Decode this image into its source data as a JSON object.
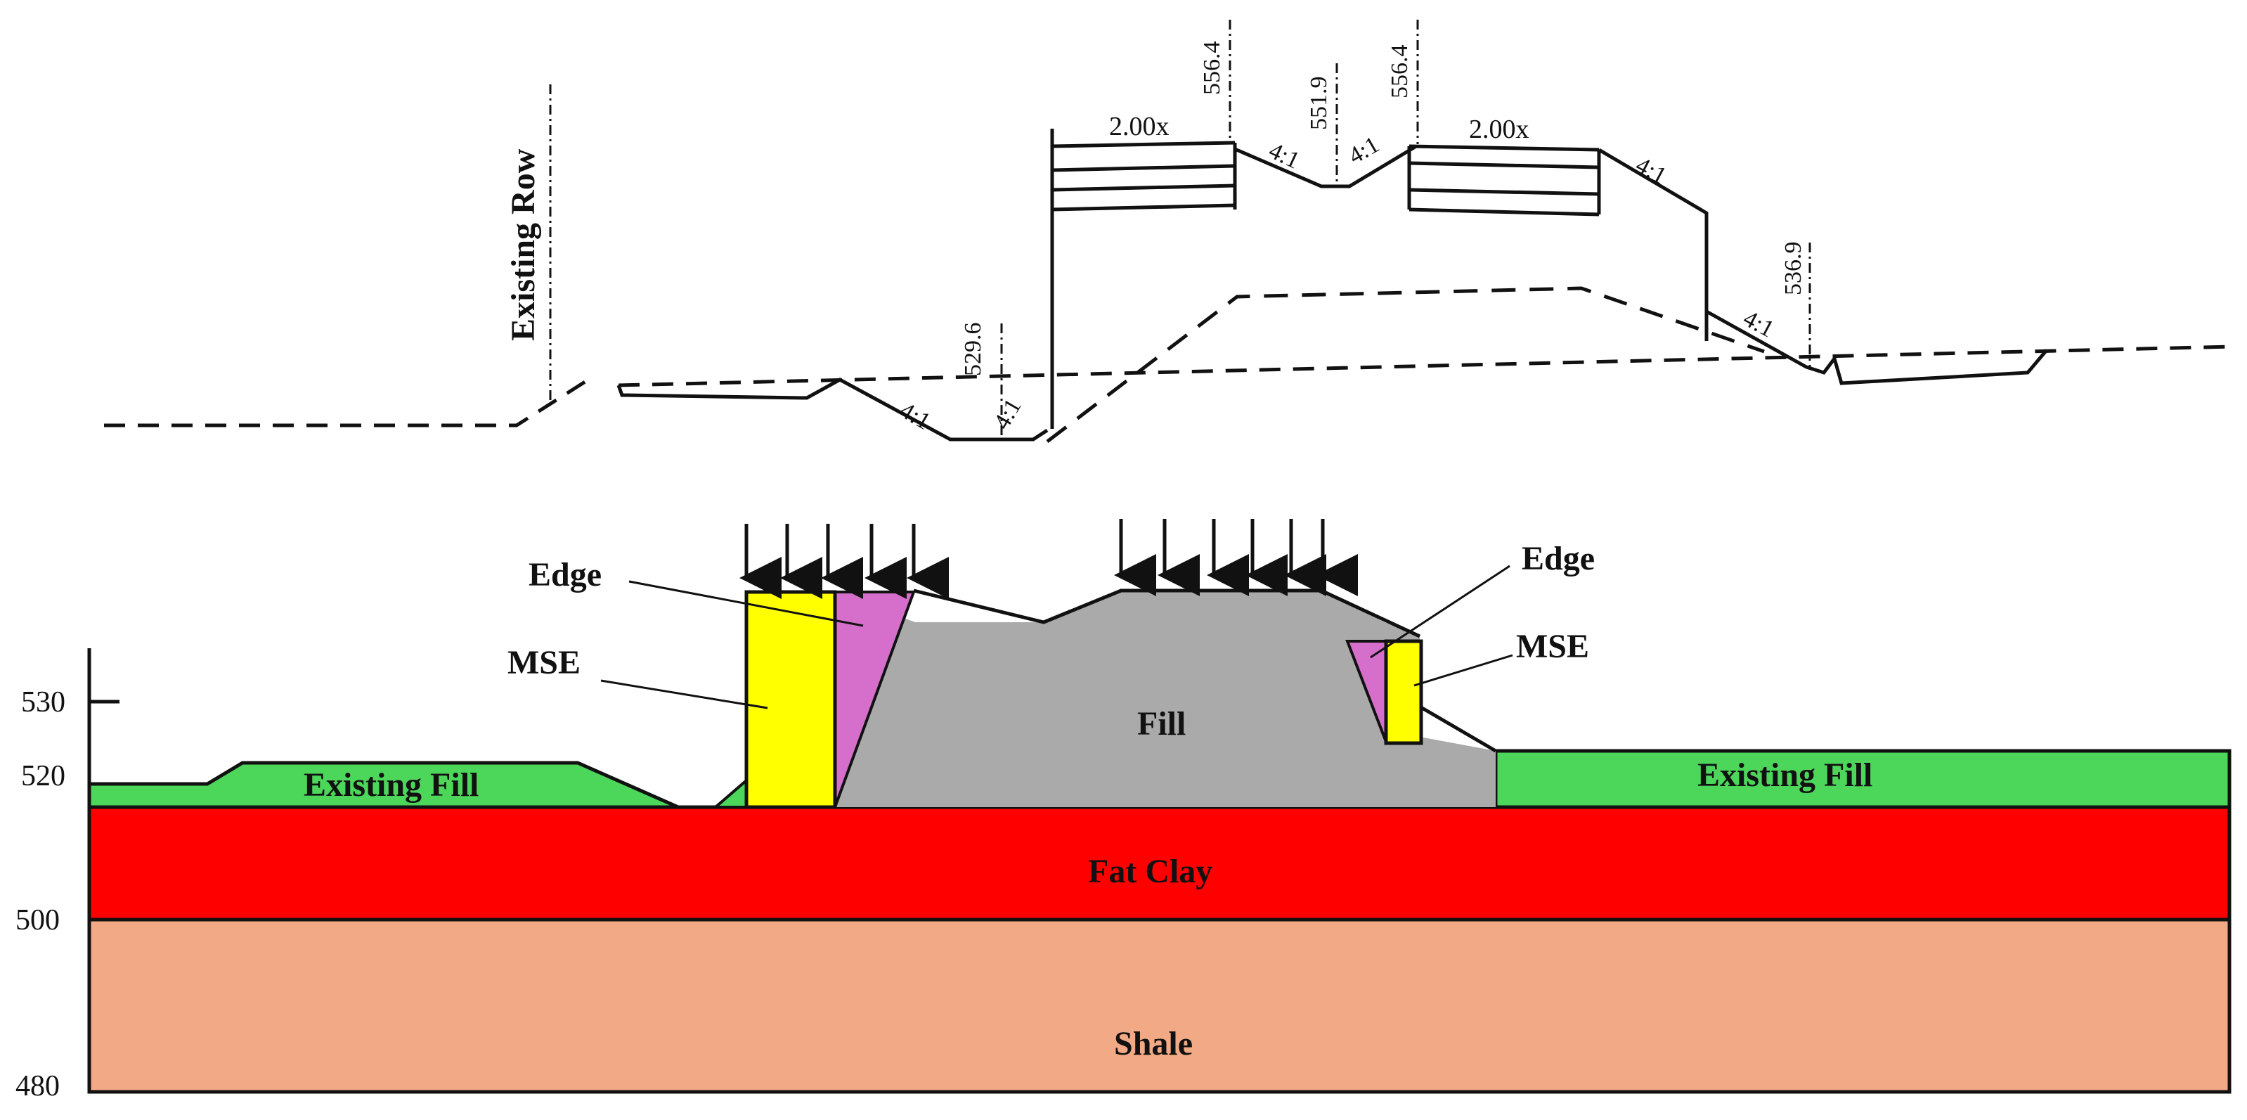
{
  "top_section": {
    "existing_row": "Existing Row",
    "elevations": {
      "e529": "529.6",
      "e556a": "556.4",
      "e551": "551.9",
      "e556b": "556.4",
      "e536": "536.9"
    },
    "wall_labels": {
      "left": "2.00x",
      "right": "2.00x"
    },
    "slopes": {
      "s1": "4:1",
      "s2": "4:1",
      "s3": "4:1",
      "s4": "4:1",
      "s5": "4:1",
      "s6": "4:1"
    }
  },
  "bottom_section": {
    "elevation_ticks": [
      "530",
      "520",
      "500",
      "480"
    ],
    "layers": {
      "existing_fill_left": "Existing Fill",
      "existing_fill_right": "Existing Fill",
      "fat_clay": "Fat Clay",
      "shale": "Shale",
      "fill": "Fill"
    },
    "callouts": {
      "edge_left": "Edge",
      "mse_left": "MSE",
      "edge_right": "Edge",
      "mse_right": "MSE"
    },
    "colors": {
      "existing_fill": "#4cd65a",
      "fat_clay": "#ff0000",
      "shale": "#f2a985",
      "fill": "#aaaaaa",
      "mse": "#ffff00",
      "edge": "#d56fcb"
    }
  }
}
